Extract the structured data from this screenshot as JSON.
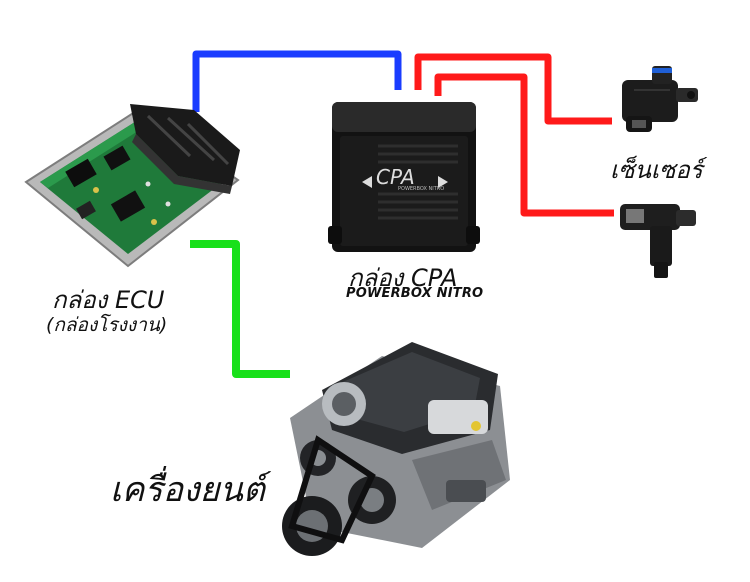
{
  "labels": {
    "ecu_title": "กล่อง ECU",
    "ecu_subtitle": "(กล่องโรงงาน)",
    "cpa_title": "กล่อง CPA",
    "cpa_subtitle": "POWERBOX NITRO",
    "sensor": "เซ็นเซอร์",
    "engine": "เครื่องยนต์"
  },
  "device_logo": {
    "brand": "CPA",
    "model": "POWERBOX NITRO"
  },
  "wire_colors": {
    "ecu_to_cpa": "#1a3cff",
    "cpa_to_sensors": "#ff1a1a",
    "ecu_to_engine": "#18e01a"
  },
  "icons": [
    "ecu-board-icon",
    "cpa-box-icon",
    "map-sensor-icon",
    "maf-sensor-icon",
    "engine-icon"
  ]
}
